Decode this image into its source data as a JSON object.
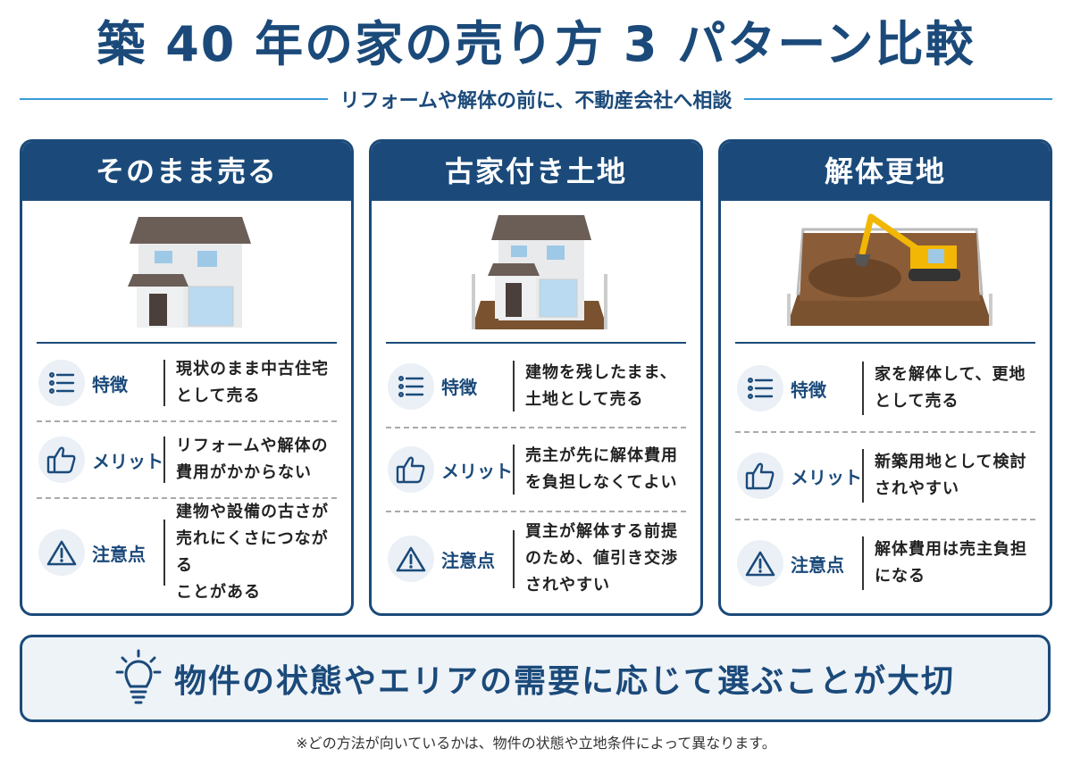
{
  "title": "築 40 年の家の売り方 3 パターン比較",
  "subtitle": "リフォームや解体の前に、不動産会社へ相談",
  "row_labels": {
    "features": "特徴",
    "merit": "メリット",
    "caution": "注意点"
  },
  "cards": [
    {
      "heading": "そのまま売る",
      "illustration": "house",
      "features": "現状のまま中古住宅\nとして売る",
      "merit": "リフォームや解体の\n費用がかからない",
      "caution": "建物や設備の古さが\n売れにくさにつながる\nことがある"
    },
    {
      "heading": "古家付き土地",
      "illustration": "house-on-lot",
      "features": "建物を残したまま、\n土地として売る",
      "merit": "売主が先に解体費用\nを負担しなくてよい",
      "caution": "買主が解体する前提\nのため、値引き交渉\nされやすい"
    },
    {
      "heading": "解体更地",
      "illustration": "excavator-on-lot",
      "features": "家を解体して、更地\nとして売る",
      "merit": "新築用地として検討\nされやすい",
      "caution": "解体費用は売主負担\nになる"
    }
  ],
  "banner": "物件の状態やエリアの需要に応じて選ぶことが大切",
  "footnote": "※どの方法が向いているかは、物件の状態や立地条件によって異なります。",
  "colors": {
    "navy": "#1b4a7a",
    "accent_blue": "#3a9ad9",
    "banner_bg": "#eef3f8",
    "excavator": "#f2b705",
    "soil": "#7a5230"
  },
  "icons": {
    "features": "list-icon",
    "merit": "thumbs-up-icon",
    "caution": "warning-icon",
    "banner": "lightbulb-icon"
  }
}
